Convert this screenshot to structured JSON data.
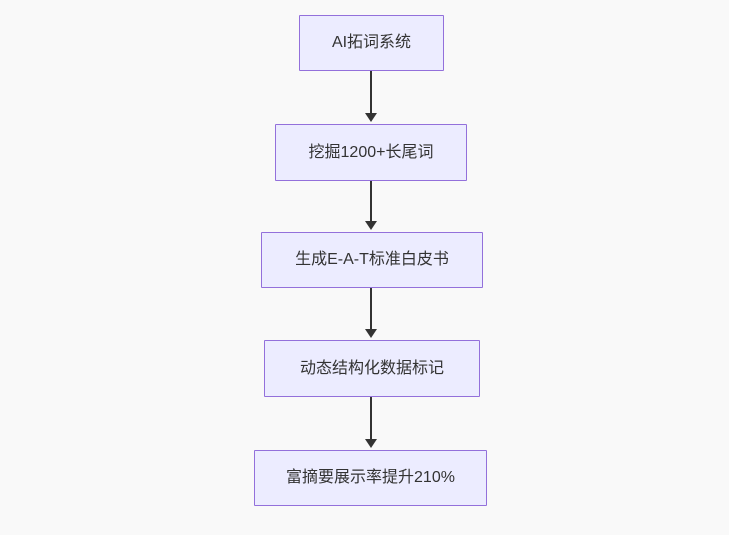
{
  "diagram": {
    "type": "flowchart",
    "direction": "top-down",
    "nodes": [
      {
        "id": "n1",
        "label": "AI拓词系统"
      },
      {
        "id": "n2",
        "label": "挖掘1200+长尾词"
      },
      {
        "id": "n3",
        "label": "生成E-A-T标准白皮书"
      },
      {
        "id": "n4",
        "label": "动态结构化数据标记"
      },
      {
        "id": "n5",
        "label": "富摘要展示率提升210%"
      }
    ],
    "edges": [
      {
        "from": "n1",
        "to": "n2"
      },
      {
        "from": "n2",
        "to": "n3"
      },
      {
        "from": "n3",
        "to": "n4"
      },
      {
        "from": "n4",
        "to": "n5"
      }
    ],
    "colors": {
      "background": "#f9f9f9",
      "node_fill": "#ececff",
      "node_border": "#9370db",
      "text": "#333333",
      "arrow": "#333333"
    }
  }
}
